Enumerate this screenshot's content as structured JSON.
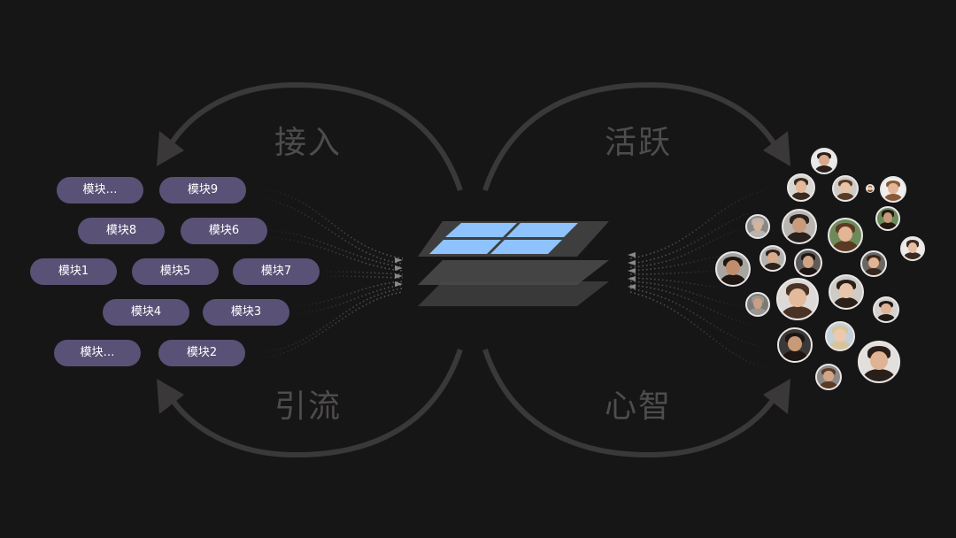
{
  "labels": {
    "top_left": "接入",
    "bottom_left": "引流",
    "top_right": "活跃",
    "bottom_right": "心智"
  },
  "modules": {
    "row1": [
      "模块…",
      "模块9"
    ],
    "row2": [
      "模块8",
      "模块6"
    ],
    "row3": [
      "模块1",
      "模块5",
      "模块7"
    ],
    "row4": [
      "模块4",
      "模块3"
    ],
    "row5": [
      "模块…",
      "模块2"
    ]
  },
  "colors": {
    "background": "#171616",
    "module_pill": "#5a5176",
    "arrow": "#3a3838",
    "label_text": "#4e4c4c",
    "panel_accent": "#8ec3ff"
  },
  "avatars": [
    {
      "name": "user-01",
      "bg": "#e9e9e9",
      "skin": "#d9a98a",
      "hair": "#2b1f1a"
    },
    {
      "name": "user-02",
      "bg": "#d8d6d2",
      "skin": "#e4b89a",
      "hair": "#3a2a20"
    },
    {
      "name": "user-03",
      "bg": "#cfcac6",
      "skin": "#e8c4a8",
      "hair": "#5a3b28"
    },
    {
      "name": "user-04",
      "bg": "#e0ddd8",
      "skin": "#f0c6a6",
      "hair": "#7a4a2a"
    },
    {
      "name": "user-05",
      "bg": "#efefef",
      "skin": "#e3b69a",
      "hair": "#8a5a34"
    },
    {
      "name": "user-06",
      "bg": "#8a8884",
      "skin": "#d5b39c",
      "hair": "#b9b4b0"
    },
    {
      "name": "user-07",
      "bg": "#b9b6b2",
      "skin": "#c99b7c",
      "hair": "#2a201c"
    },
    {
      "name": "user-08",
      "bg": "#6f8a5a",
      "skin": "#e2b594",
      "hair": "#5c3a22"
    },
    {
      "name": "user-09",
      "bg": "#6b8a5a",
      "skin": "#c79a7a",
      "hair": "#221814"
    },
    {
      "name": "user-10",
      "bg": "#ece9e6",
      "skin": "#e6bfa2",
      "hair": "#3b2a22"
    },
    {
      "name": "user-11",
      "bg": "#a9a6a2",
      "skin": "#c08e6c",
      "hair": "#1f1714"
    },
    {
      "name": "user-12",
      "bg": "#b5b2ae",
      "skin": "#d9ad8c",
      "hair": "#2e221c"
    },
    {
      "name": "user-13",
      "bg": "#5e5b58",
      "skin": "#cfa487",
      "hair": "#1c1512"
    },
    {
      "name": "user-14",
      "bg": "#6a6764",
      "skin": "#e1b594",
      "hair": "#3a271b"
    },
    {
      "name": "user-15",
      "bg": "#dcd9d6",
      "skin": "#e3bb9c",
      "hair": "#4a3325"
    },
    {
      "name": "user-16",
      "bg": "#cfcbc7",
      "skin": "#e9c6aa",
      "hair": "#2b1f19"
    },
    {
      "name": "user-17",
      "bg": "#7d7a76",
      "skin": "#c9a084",
      "hair": "#9a9690"
    },
    {
      "name": "user-18",
      "bg": "#d4d1ce",
      "skin": "#dfb496",
      "hair": "#201915"
    },
    {
      "name": "user-19",
      "bg": "#c2d0d8",
      "skin": "#ecc9ae",
      "hair": "#d8c49a"
    },
    {
      "name": "user-20",
      "bg": "#3b3937",
      "skin": "#c99a78",
      "hair": "#1e1612"
    },
    {
      "name": "user-21",
      "bg": "#e2dfdc",
      "skin": "#e0b394",
      "hair": "#2a1e18"
    },
    {
      "name": "user-22",
      "bg": "#8b8986",
      "skin": "#d2a688",
      "hair": "#5b3b26"
    },
    {
      "name": "user-23",
      "bg": "#eeeeee",
      "skin": "#e8c5ab",
      "hair": "#403029"
    },
    {
      "name": "user-24",
      "bg": "#dad7d4",
      "skin": "#f0ccb2",
      "hair": "#6c4a36"
    }
  ]
}
